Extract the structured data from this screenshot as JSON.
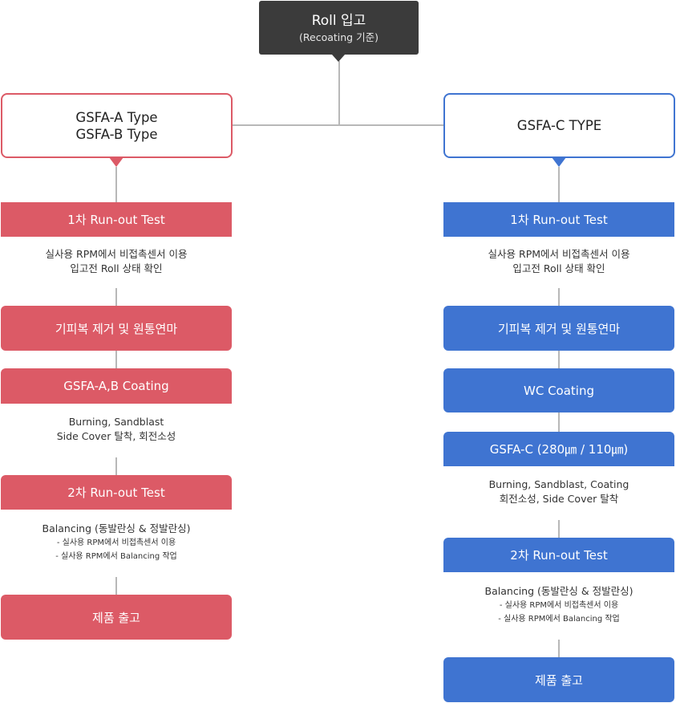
{
  "top": {
    "title": "Roll 입고",
    "subtitle": "(Recoating 기준)"
  },
  "left": {
    "type_lines": [
      "GSFA-A Type",
      "GSFA-B Type"
    ],
    "color": "#dc5a66",
    "step1": {
      "label": "1차 Run-out Test",
      "desc": [
        "실사용 RPM에서 비접촉센서 이용",
        "입고전 Roll 상태 확인"
      ]
    },
    "step2": {
      "label": "기피복 제거 및 원통연마"
    },
    "step3": {
      "label": "GSFA-A,B Coating",
      "desc": [
        "Burning, Sandblast",
        "Side Cover 탈착, 회전소성"
      ]
    },
    "step4": {
      "label": "2차 Run-out Test",
      "desc": [
        "Balancing (동발란싱 & 정발란싱)",
        "- 실사용 RPM에서 비접촉센서 이용",
        "- 실사용 RPM에서 Balancing 작업"
      ]
    },
    "step5": {
      "label": "제품 출고"
    }
  },
  "right": {
    "type_lines": [
      "GSFA-C TYPE"
    ],
    "color": "#3f74d1",
    "step1": {
      "label": "1차 Run-out Test",
      "desc": [
        "실사용 RPM에서 비접촉센서 이용",
        "입고전 Roll 상태 확인"
      ]
    },
    "step2": {
      "label": "기피복 제거 및 원통연마"
    },
    "step3": {
      "label": "WC Coating"
    },
    "step4": {
      "label": "GSFA-C (280㎛ / 110㎛)",
      "desc": [
        "Burning, Sandblast, Coating",
        "회전소성, Side Cover 탈착"
      ]
    },
    "step5": {
      "label": "2차 Run-out Test",
      "desc": [
        "Balancing (동발란싱 & 정발란싱)",
        "- 실사용 RPM에서 비접촉센서 이용",
        "- 실사용 RPM에서 Balancing 작업"
      ]
    },
    "step6": {
      "label": "제품 출고"
    }
  }
}
